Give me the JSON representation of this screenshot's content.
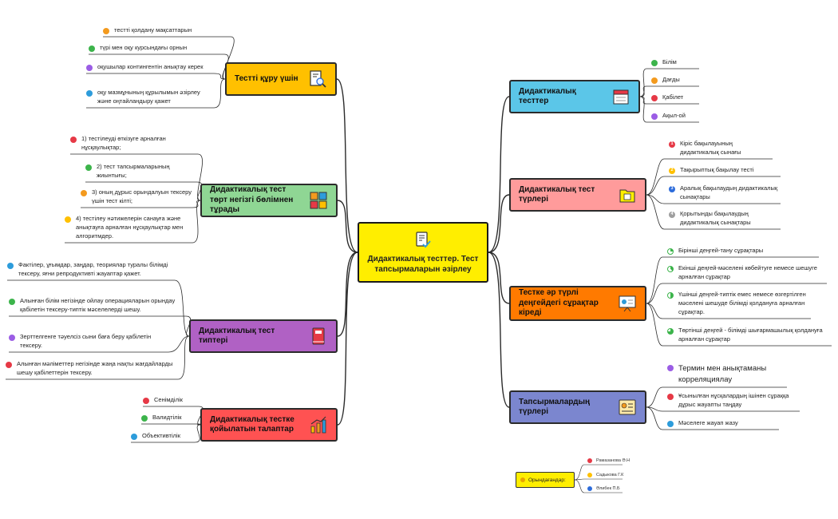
{
  "center": {
    "title": "Дидактикалық тесттер. Тест тапсырмаларын әзірлеу",
    "icon": "checklist-icon"
  },
  "left_topics": [
    {
      "label": "Тестті құру үшін",
      "color": "#ffc000",
      "icon": "document-search-icon",
      "items": [
        {
          "text": "тестті қолдану мақсаттарын",
          "color": "#f39a1e"
        },
        {
          "text": "түрі мен оқу курсындағы орнын",
          "color": "#3cb44b"
        },
        {
          "text": "оқушылар контингентін анықтау керек",
          "color": "#9b5de5"
        },
        {
          "text": "оқу мазмұнының құрылымын әзірлеу және оңтайландыру қажет",
          "color": "#2d9cdb"
        }
      ]
    },
    {
      "label": "Дидактикалық тест төрт негізгі бөлімнен тұрады",
      "color": "#8fd694",
      "icon": "puzzle-icon",
      "items": [
        {
          "text": "1) тестілеуді өткізуге арналған нұсқаулықтар;",
          "color": "#e63946"
        },
        {
          "text": "2) тест тапсырмаларының жиынтығы;",
          "color": "#3cb44b"
        },
        {
          "text": "3) оның дұрыс орындалуын тексеру үшін тест кілті;",
          "color": "#f39a1e"
        },
        {
          "text": "4) тестілеу нәтижелерін санауға және анықтауға арналған нұсқаулықтар мен алгоритмдер.",
          "color": "#ffc000"
        }
      ]
    },
    {
      "label": "Дидактикалық тест типтері",
      "color": "#b061c4",
      "icon": "book-icon",
      "items": [
        {
          "text": "Фактілер, ұғымдар, заңдар, теориялар туралы білімді тексеру, яғни репродуктивті жауаптар қажет.",
          "color": "#2d9cdb"
        },
        {
          "text": "Алынған білім негізінде ойлау операцияларын орындау қабілетін тексеру-типтік мәселелерді шешу.",
          "color": "#3cb44b"
        },
        {
          "text": "Зерттелгенге тәуелсіз сыни баға беру қабілетін тексеру.",
          "color": "#9b5de5"
        },
        {
          "text": "Алынған мәліметтер негізінде жаңа нақты жағдайларды шешу қабілеттерін тексеру.",
          "color": "#e63946"
        }
      ]
    },
    {
      "label": "Дидактикалық тестке қойылатын талаптар",
      "color": "#ff5252",
      "icon": "bar-chart-icon",
      "items": [
        {
          "text": "Сенімділік",
          "color": "#e63946"
        },
        {
          "text": "Валидтілік",
          "color": "#3cb44b"
        },
        {
          "text": "Объективтілік",
          "color": "#2d9cdb"
        }
      ]
    }
  ],
  "right_topics": [
    {
      "label": "Дидактикалық тесттер",
      "color": "#5bc6e8",
      "icon": "calendar-icon",
      "items": [
        {
          "text": "Білім",
          "color": "#3cb44b"
        },
        {
          "text": "Дағды",
          "color": "#f39a1e"
        },
        {
          "text": "Қабілет",
          "color": "#e63946"
        },
        {
          "text": "Ақыл-ой",
          "color": "#9b5de5"
        }
      ]
    },
    {
      "label": "Дидактикалық тест түрлері",
      "color": "#ff9b9b",
      "icon": "folder-icon",
      "items": [
        {
          "text": "Кіріс бақылауының дидактикалық сынағы",
          "color": "#e63946",
          "mark": "1"
        },
        {
          "text": "Тақырыптық бақылау тесті",
          "color": "#ffc000",
          "mark": "2"
        },
        {
          "text": "Аралық бақылаудың дидактикалық сынақтары",
          "color": "#2d6cdb",
          "mark": "3"
        },
        {
          "text": "Қорытынды бақылаудың дидактикалық сынақтары",
          "color": "#9e9e9e",
          "mark": "4"
        }
      ]
    },
    {
      "label": "Тестке әр түрлі деңгейдегі сұрақтар кіреді",
      "color": "#ff7a00",
      "icon": "presentation-icon",
      "items": [
        {
          "text": "Бірінші деңгей-тану сұрақтары",
          "color": "#3cb44b"
        },
        {
          "text": "Екінші деңгей-мәселені көбейтуге немесе шешуге арналған сұрақтар",
          "color": "#3cb44b"
        },
        {
          "text": "Үшінші деңгей-типтік емес немесе өзгертілген мәселені шешуде білімді қолдануға арналған сұрақтар.",
          "color": "#3cb44b"
        },
        {
          "text": "Төртінші деңгей - білімді шығармашылық қолдануға арналған сұрақтар",
          "color": "#3cb44b"
        }
      ]
    },
    {
      "label": "Тапсырмалардың түрлері",
      "color": "#7b86cf",
      "icon": "id-card-icon",
      "items": [
        {
          "text": "Термин мен анықтаманы корреляциялау",
          "color": "#9b5de5"
        },
        {
          "text": "Ұсынылған нұсқалардың ішінен сұраққа дұрыс жауапты таңдау",
          "color": "#e63946"
        },
        {
          "text": "Мәселеге жауап жазу",
          "color": "#2d9cdb"
        }
      ]
    }
  ],
  "legend": {
    "title": "Орындағандар:",
    "authors": [
      {
        "text": "Рамазанова Ә.Н",
        "color": "#e63946"
      },
      {
        "text": "Садыкова Г.К",
        "color": "#ffc000"
      },
      {
        "text": "Әлибек П.Б",
        "color": "#2d6cdb"
      }
    ]
  }
}
